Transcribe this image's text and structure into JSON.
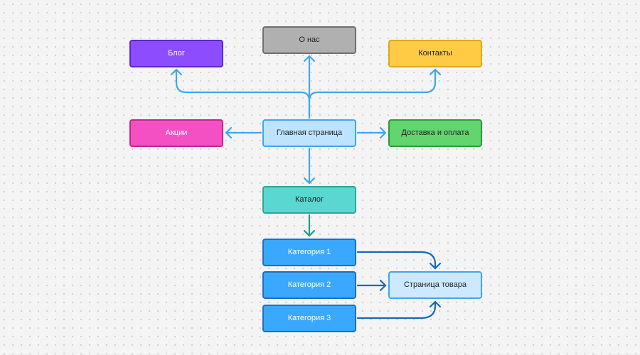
{
  "nodes": {
    "blog": {
      "label": "Блог",
      "fill": "#8b4dff",
      "border": "#5d27c9",
      "text": "#ffffff"
    },
    "about": {
      "label": "О нас",
      "fill": "#b0b0b0",
      "border": "#6e6e6e",
      "text": "#222222"
    },
    "contacts": {
      "label": "Контакты",
      "fill": "#ffcb45",
      "border": "#e0a81b",
      "text": "#222222"
    },
    "promo": {
      "label": "Акции",
      "fill": "#f54fc4",
      "border": "#c22691",
      "text": "#ffffff"
    },
    "home": {
      "label": "Главная страница",
      "fill": "#bde3ff",
      "border": "#3fa6f0",
      "text": "#222222"
    },
    "delivery": {
      "label": "Доставка и оплата",
      "fill": "#62d56e",
      "border": "#2f9a3c",
      "text": "#222222"
    },
    "catalog": {
      "label": "Каталог",
      "fill": "#5ad8cf",
      "border": "#2aa69c",
      "text": "#222222"
    },
    "cat1": {
      "label": "Категория 1",
      "fill": "#3aa8ff",
      "border": "#1a6fc0",
      "text": "#ffffff"
    },
    "cat2": {
      "label": "Категория 2",
      "fill": "#3aa8ff",
      "border": "#1a6fc0",
      "text": "#ffffff"
    },
    "cat3": {
      "label": "Категория 3",
      "fill": "#3aa8ff",
      "border": "#1a6fc0",
      "text": "#ffffff"
    },
    "product": {
      "label": "Страница товара",
      "fill": "#cde9ff",
      "border": "#3fa6f0",
      "text": "#222222"
    }
  },
  "edges": [
    {
      "from": "home",
      "to": "blog",
      "color": "#3fa6f0"
    },
    {
      "from": "home",
      "to": "about",
      "color": "#3fa6f0"
    },
    {
      "from": "home",
      "to": "contacts",
      "color": "#3fa6f0"
    },
    {
      "from": "home",
      "to": "promo",
      "color": "#3fa6f0"
    },
    {
      "from": "home",
      "to": "delivery",
      "color": "#3fa6f0"
    },
    {
      "from": "home",
      "to": "catalog",
      "color": "#3fa6f0"
    },
    {
      "from": "catalog",
      "to": "cat1",
      "color": "#1f9a86"
    },
    {
      "from": "cat1",
      "to": "product",
      "color": "#1769b8"
    },
    {
      "from": "cat2",
      "to": "product",
      "color": "#1769b8"
    },
    {
      "from": "cat3",
      "to": "product",
      "color": "#1769b8"
    }
  ]
}
